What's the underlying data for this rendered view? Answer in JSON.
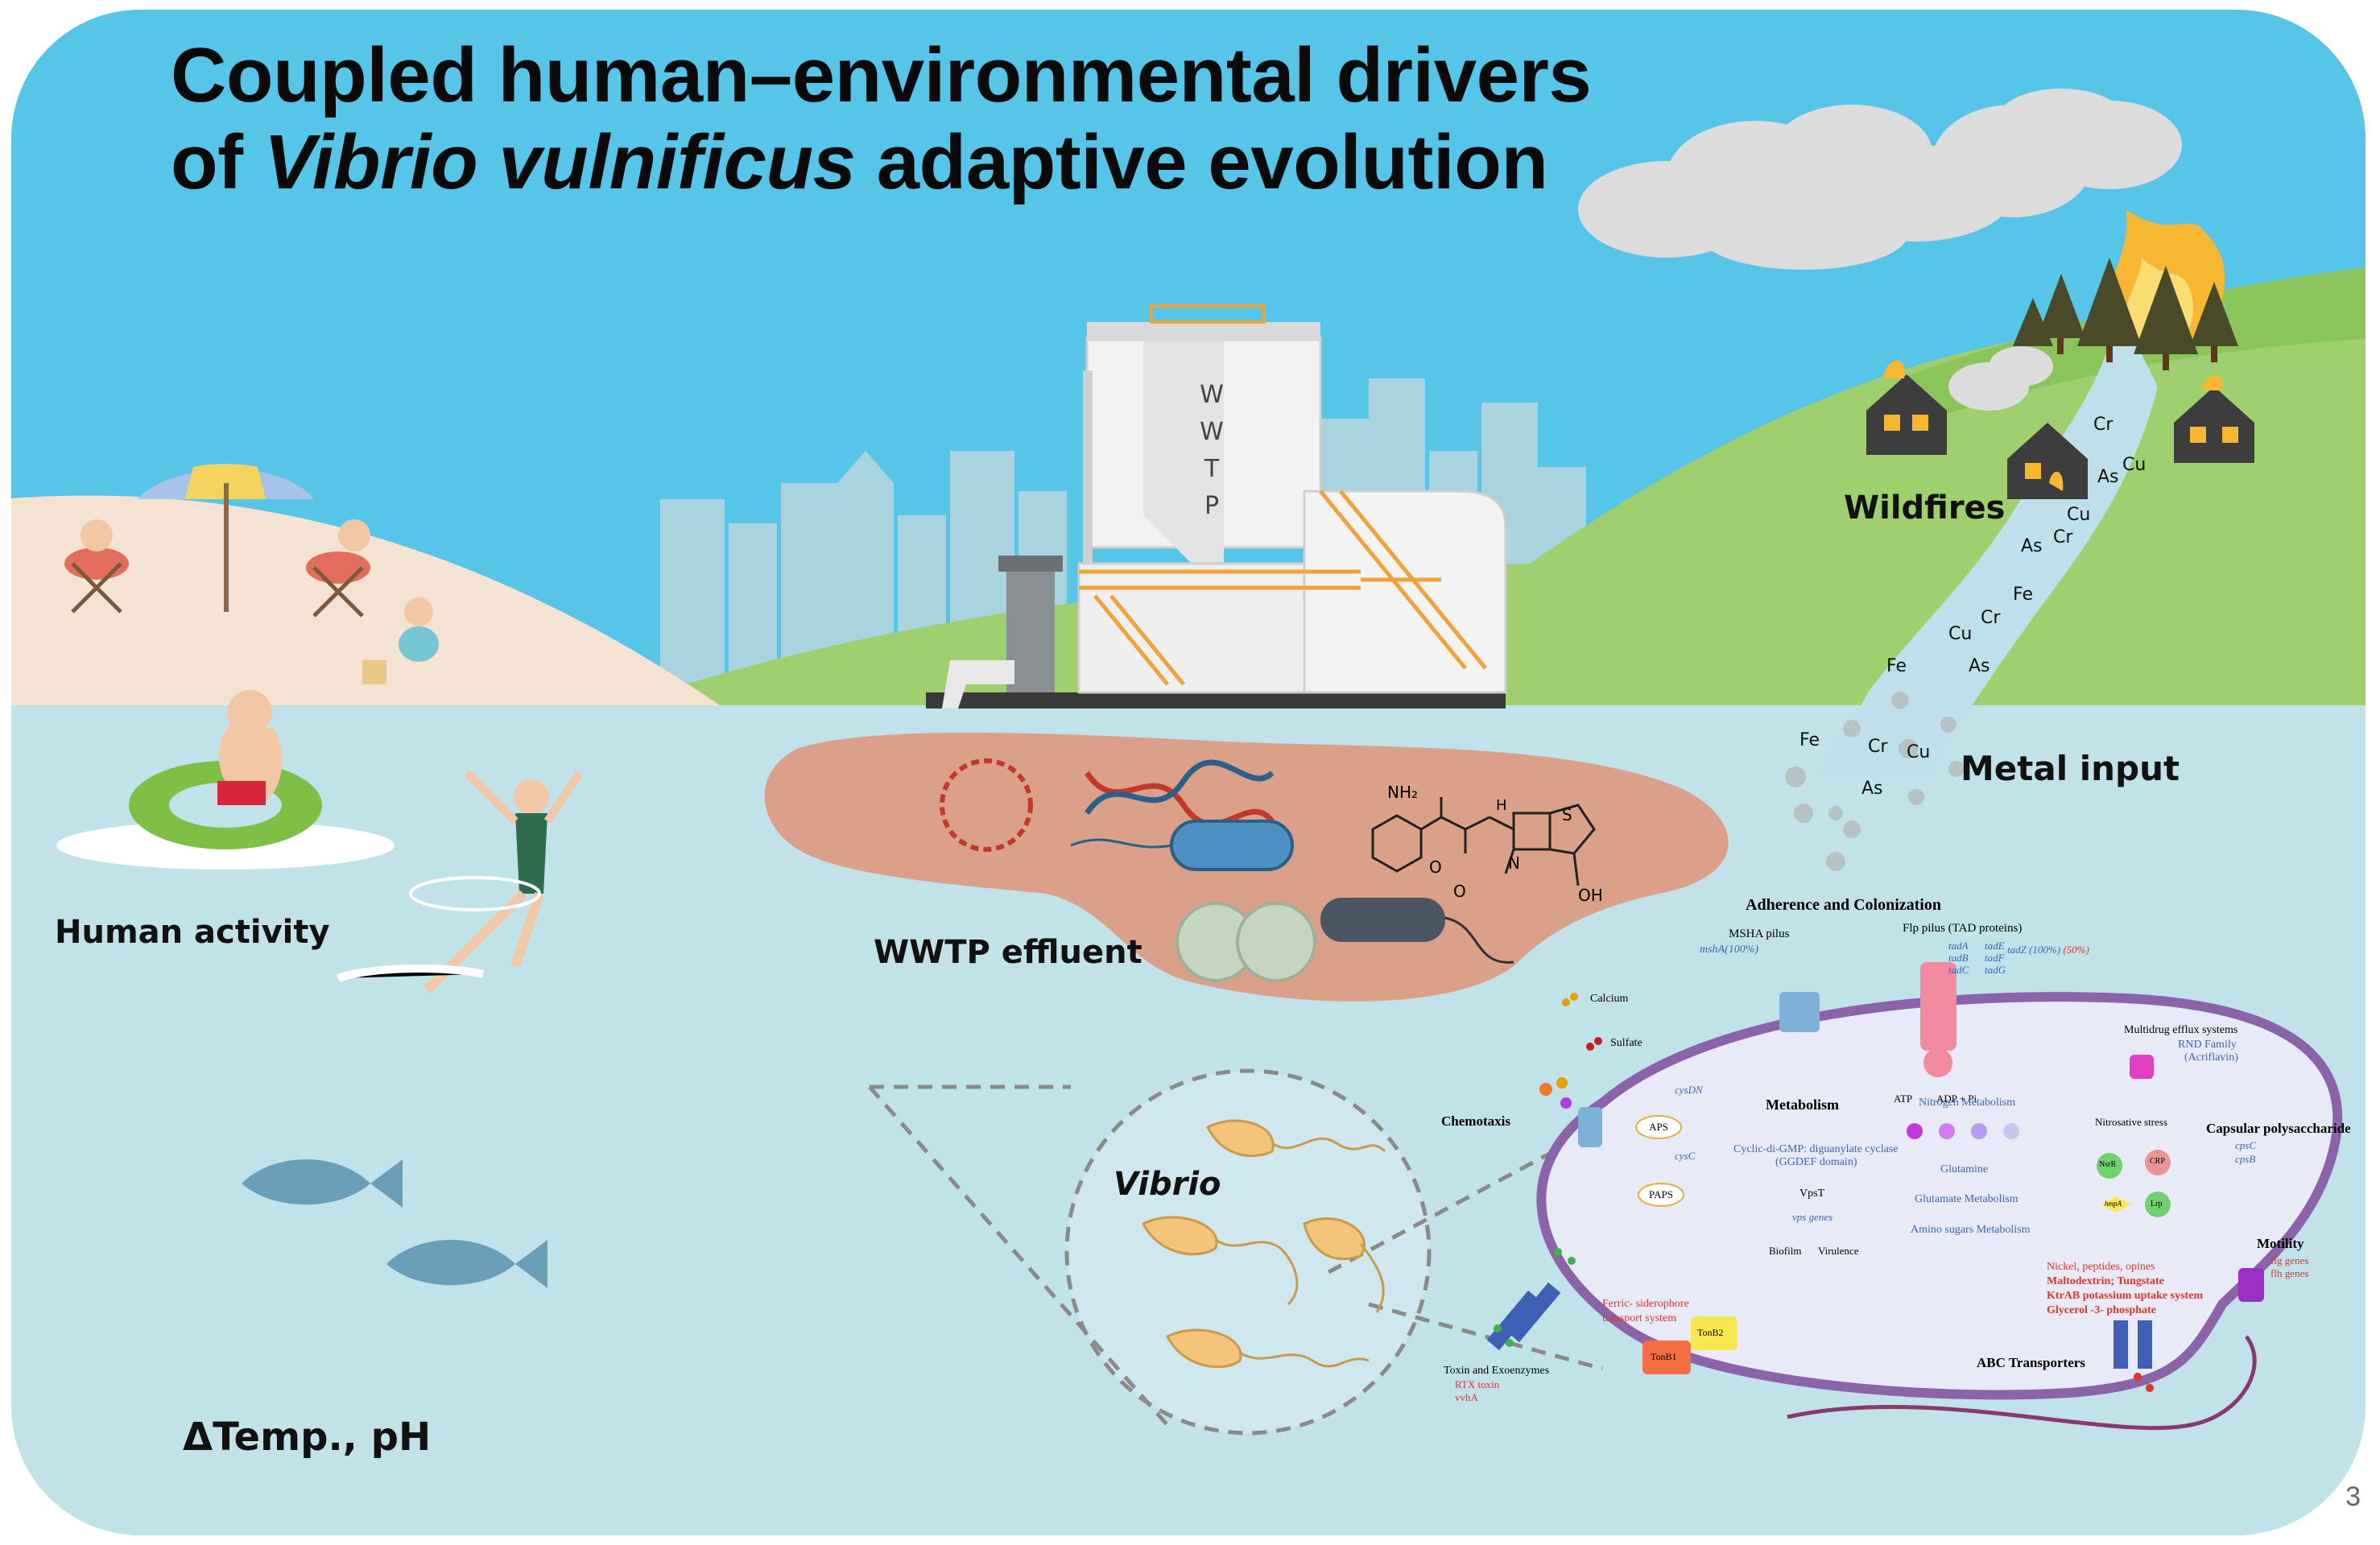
{
  "title": {
    "line1": "Coupled human–environmental drivers",
    "line2_prefix": "of ",
    "line2_italic": "Vibrio vulnificus",
    "line2_suffix": " adaptive evolution"
  },
  "labels": {
    "wildfires": "Wildfires",
    "metal_input": "Metal input",
    "human_activity": "Human activity",
    "wwtp_effluent": "WWTP effluent",
    "temp_ph": "ΔTemp., pH",
    "vibrio": "Vibrio",
    "wwtp_tower": [
      "W",
      "W",
      "T",
      "P"
    ]
  },
  "metals": [
    "Cr",
    "Cu",
    "As",
    "Cu",
    "Cr",
    "As",
    "Fe",
    "Cr",
    "Cu",
    "As",
    "Fe",
    "Fe",
    "Cr",
    "Cu",
    "As"
  ],
  "cell": {
    "adherence": "Adherence and Colonization",
    "msha": "MSHA pilus",
    "msha_gene": "mshA(100%)",
    "flp": "Flp pilus (TAD proteins)",
    "tad_col1": [
      "tadA",
      "tadB",
      "tadC"
    ],
    "tad_col2": [
      "tadE",
      "tadF",
      "tadG"
    ],
    "tad_z": "tadZ (100%)",
    "tad_z_pct": "(50%)",
    "atp": "ATP",
    "adp": "ADP + Pi",
    "calcium": "Calcium",
    "sulfate": "Sulfate",
    "cysdn": "cysDN",
    "aps": "APS",
    "cysc": "cysC",
    "paps": "PAPS",
    "chemotaxis": "Chemotaxis",
    "metabolism": "Metabolism",
    "cdg": "Cyclic-di-GMP: diguanylate cyclase",
    "ggdef": "(GGDEF domain)",
    "vpst": "VpsT",
    "vps": "vps genes",
    "biofilm": "Biofilm",
    "virulence": "Virulence",
    "nitrogen": "Nitrogen Metabolism",
    "glutamine": "Glutamine",
    "glutamate": "Glutamate Metabolism",
    "amino": "Amino sugars Metabolism",
    "multidrug": "Multidrug efflux systems",
    "rnd": "RND Family",
    "acriflavin": "(Acriflavin)",
    "nitrosative": "Nitrosative stress",
    "nsrr": "NsrR",
    "crp": "CRP",
    "hmpa": "hmpA",
    "lrp": "Lrp",
    "capsular": "Capsular polysaccharide",
    "cpsc": "cpsC",
    "cpsb": "cpsB",
    "motility": "Motility",
    "flg": "flg genes",
    "flh": "flh genes",
    "nickel": "Nickel, peptides, opines",
    "maltodextrin": "Maltodextrin; Tungstate",
    "ktrab": "KtrAB potassium uptake system",
    "glycerol": "Glycerol -3- phosphate",
    "abc": "ABC Transporters",
    "ferric1": "Ferric- siderophore",
    "ferric2": "transport system",
    "tonb1": "TonB1",
    "tonb2": "TonB2",
    "toxin": "Toxin and Exoenzymes",
    "rtx": "RTX toxin",
    "vvha": "vvhA"
  },
  "chem": {
    "nh2": "NH₂",
    "h": "H",
    "s": "S",
    "n": "N",
    "o1": "O",
    "o2": "O",
    "oh": "OH"
  },
  "page_number": "3",
  "colors": {
    "sky": "#56c5e8",
    "water": "#c2e2ea",
    "grass": "#9fcf6e",
    "sand": "#f4e2d2",
    "effluent": "#dba08a",
    "orange_rail": "#f2a23a",
    "cell_border": "#8a63a8",
    "cell_fill": "#e9eaf7",
    "gene_blue": "#3b64b5",
    "gene_red": "#e0342c"
  }
}
